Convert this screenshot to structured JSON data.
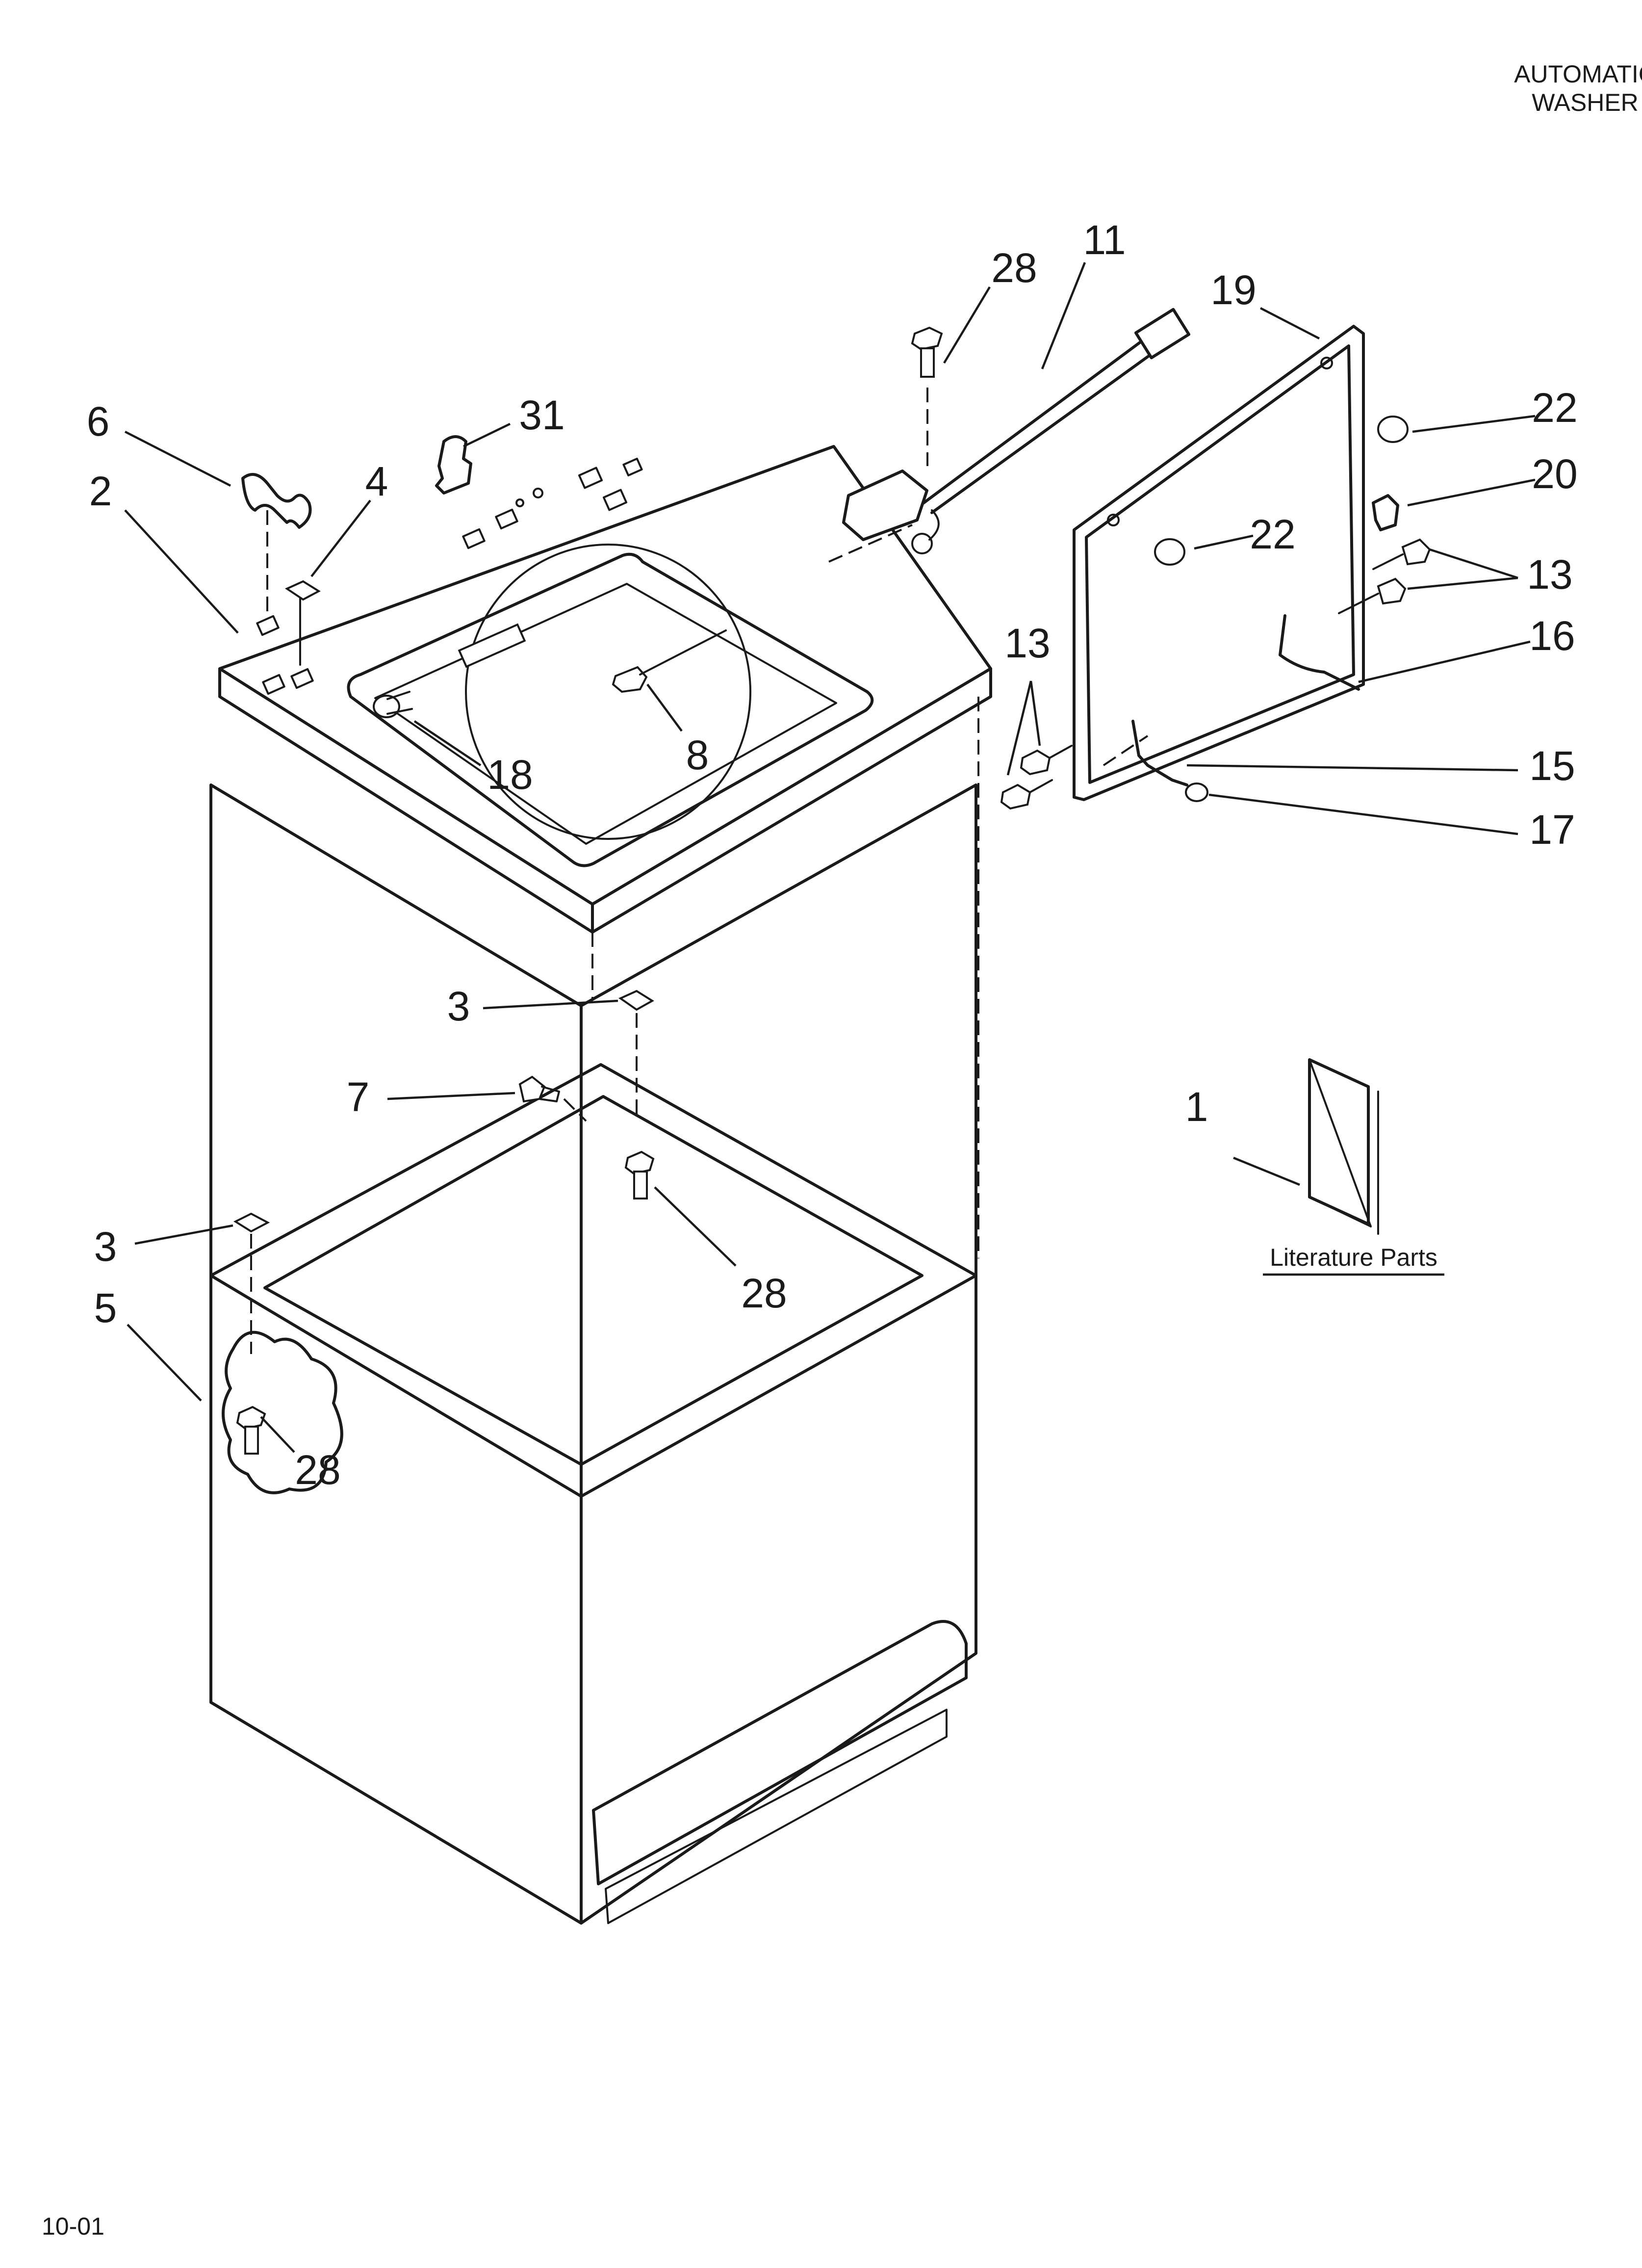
{
  "header": {
    "line1": "AUTOMATIC",
    "line2": "WASHER"
  },
  "footer": {
    "code": "10-01"
  },
  "literature": {
    "number": "1",
    "label": "Literature Parts"
  },
  "callouts": [
    {
      "id": "c-28-top",
      "text": "28",
      "part": "screw"
    },
    {
      "id": "c-11",
      "text": "11",
      "part": "wire-harness"
    },
    {
      "id": "c-19",
      "text": "19",
      "part": "console-frame"
    },
    {
      "id": "c-6",
      "text": "6",
      "part": "clip"
    },
    {
      "id": "c-31",
      "text": "31",
      "part": "bracket"
    },
    {
      "id": "c-22-right",
      "text": "22",
      "part": "plug-button"
    },
    {
      "id": "c-2",
      "text": "2",
      "part": "top-panel"
    },
    {
      "id": "c-4",
      "text": "4",
      "part": "nut-clip"
    },
    {
      "id": "c-20",
      "text": "20",
      "part": "hinge"
    },
    {
      "id": "c-22-mid",
      "text": "22",
      "part": "plug-button"
    },
    {
      "id": "c-13-right",
      "text": "13",
      "part": "screw"
    },
    {
      "id": "c-13-left",
      "text": "13",
      "part": "screw"
    },
    {
      "id": "c-16",
      "text": "16",
      "part": "lid-switch"
    },
    {
      "id": "c-8",
      "text": "8",
      "part": "screw"
    },
    {
      "id": "c-18",
      "text": "18",
      "part": "hinge-pin"
    },
    {
      "id": "c-15",
      "text": "15",
      "part": "wire"
    },
    {
      "id": "c-17",
      "text": "17",
      "part": "connector"
    },
    {
      "id": "c-3-top",
      "text": "3",
      "part": "clip"
    },
    {
      "id": "c-7",
      "text": "7",
      "part": "screw"
    },
    {
      "id": "c-3-left",
      "text": "3",
      "part": "clip"
    },
    {
      "id": "c-28-mid",
      "text": "28",
      "part": "screw"
    },
    {
      "id": "c-5",
      "text": "5",
      "part": "cabinet"
    },
    {
      "id": "c-28-low",
      "text": "28",
      "part": "screw"
    }
  ]
}
